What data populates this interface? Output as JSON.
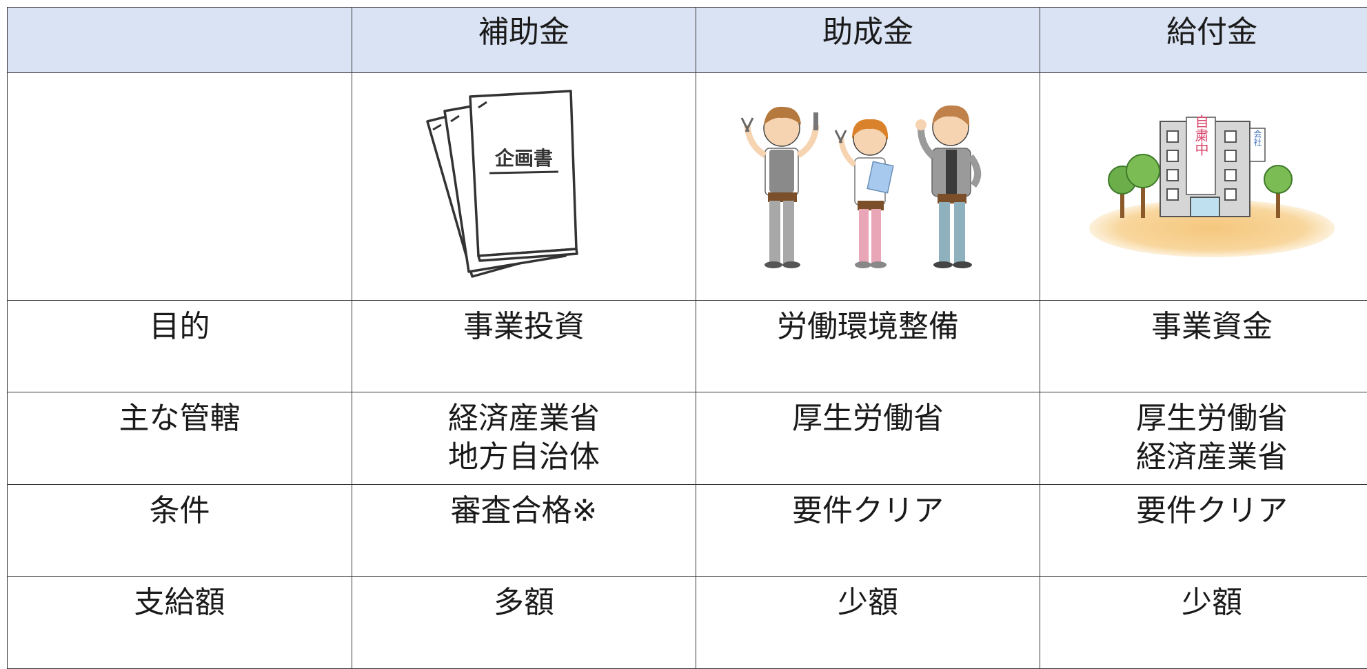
{
  "table": {
    "header": [
      "",
      "補助金",
      "助成金",
      "給付金"
    ],
    "illustrations": {
      "subsidy": {
        "icon": "planning-documents-icon",
        "label": "企画書"
      },
      "grant": {
        "icon": "three-workers-icon"
      },
      "benefit": {
        "icon": "company-building-icon",
        "sign_text": "自粛中",
        "side_sign": "会社"
      }
    },
    "rows": [
      {
        "label": "目的",
        "cells": [
          "事業投資",
          "労働環境整備",
          "事業資金"
        ]
      },
      {
        "label": "主な管轄",
        "cells": [
          "経済産業省\n地方自治体",
          "厚生労働省",
          "厚生労働省\n経済産業省"
        ]
      },
      {
        "label": "条件",
        "cells": [
          "審査合格※",
          "要件クリア",
          "要件クリア"
        ]
      },
      {
        "label": "支給額",
        "cells": [
          "多額",
          "少額",
          "少額"
        ]
      }
    ]
  },
  "colors": {
    "header_bg": "#dae3f3",
    "border": "#333333"
  }
}
